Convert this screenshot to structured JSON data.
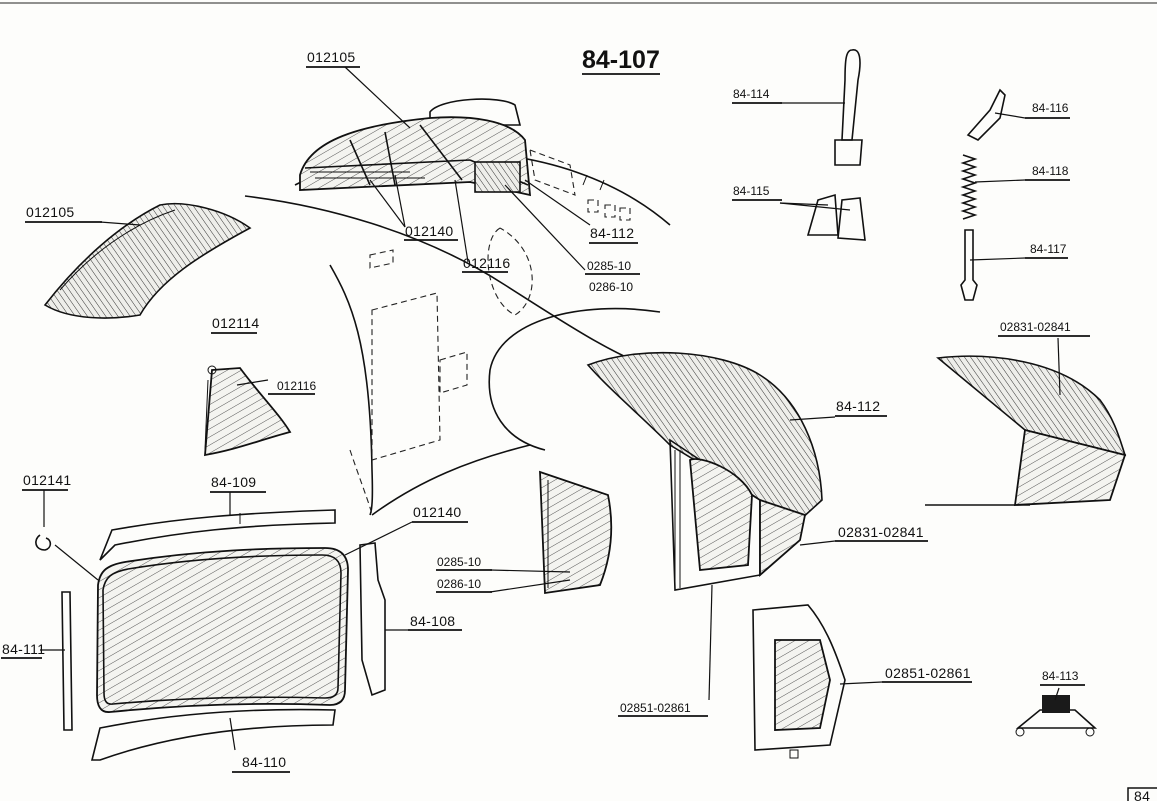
{
  "sheet": {
    "plate_title": "84-107",
    "page_number": "84"
  },
  "callouts": [
    {
      "id": "c1",
      "text": "012105"
    },
    {
      "id": "c2",
      "text": "012105"
    },
    {
      "id": "c3",
      "text": "012140"
    },
    {
      "id": "c4",
      "text": "84-112"
    },
    {
      "id": "c5",
      "text": "012116"
    },
    {
      "id": "c6",
      "text": "0285-10"
    },
    {
      "id": "c7",
      "text": "0286-10"
    },
    {
      "id": "c8",
      "text": "012114"
    },
    {
      "id": "c9",
      "text": "012116"
    },
    {
      "id": "c10",
      "text": "84-114"
    },
    {
      "id": "c11",
      "text": "84-115"
    },
    {
      "id": "c12",
      "text": "84-116"
    },
    {
      "id": "c13",
      "text": "84-118"
    },
    {
      "id": "c14",
      "text": "84-117"
    },
    {
      "id": "c15",
      "text": "02831-02841"
    },
    {
      "id": "c16",
      "text": "84-112"
    },
    {
      "id": "c17",
      "text": "012141"
    },
    {
      "id": "c18",
      "text": "84-109"
    },
    {
      "id": "c19",
      "text": "012140"
    },
    {
      "id": "c20",
      "text": "0285-10"
    },
    {
      "id": "c21",
      "text": "0286-10"
    },
    {
      "id": "c22",
      "text": "02831-02841"
    },
    {
      "id": "c23",
      "text": "84-108"
    },
    {
      "id": "c24",
      "text": "84-111"
    },
    {
      "id": "c25",
      "text": "84-110"
    },
    {
      "id": "c26",
      "text": "02851-02861"
    },
    {
      "id": "c27",
      "text": "02851-02861"
    },
    {
      "id": "c28",
      "text": "84-113"
    }
  ]
}
